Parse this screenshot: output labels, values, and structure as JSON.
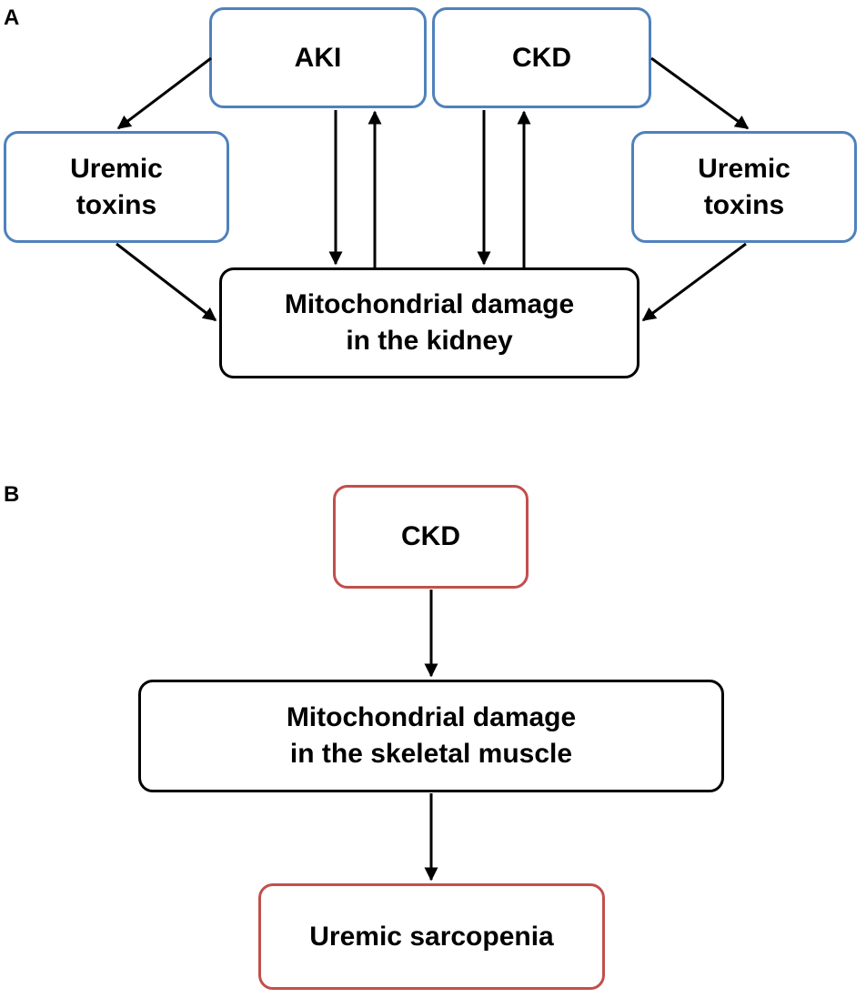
{
  "panel_a": {
    "label": "A",
    "aki": "AKI",
    "ckd": "CKD",
    "uremic_toxins_left": "Uremic\ntoxins",
    "uremic_toxins_right": "Uremic\ntoxins",
    "mito_kidney": "Mitochondrial damage\nin the kidney"
  },
  "panel_b": {
    "label": "B",
    "ckd": "CKD",
    "mito_muscle": "Mitochondrial damage\nin the skeletal muscle",
    "sarcopenia": "Uremic sarcopenia"
  },
  "colors": {
    "panel_a_border": "#4f81bd",
    "panel_b_border": "#c0504d",
    "central_border": "#000000",
    "arrow": "#000000"
  }
}
